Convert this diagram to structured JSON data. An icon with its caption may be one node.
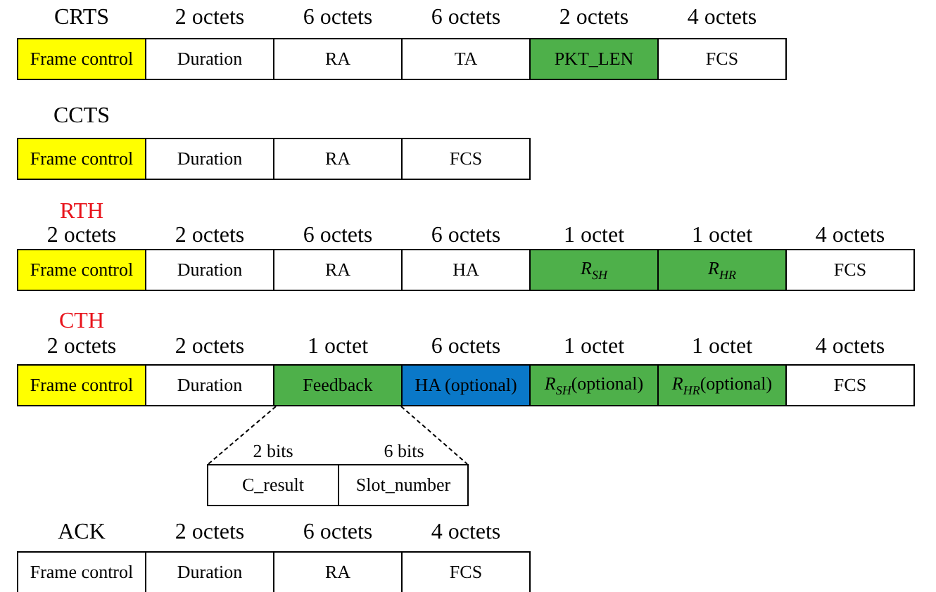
{
  "diagram": {
    "nodes": [
      {
        "text": [
          "Frame control"
        ]
      },
      {
        "text": [
          "Duration"
        ]
      },
      {
        "text": [
          "RA"
        ]
      },
      {
        "text": [
          "TA"
        ]
      },
      {
        "text": [
          "PKT_LEN"
        ]
      },
      {
        "text": [
          "FCS"
        ]
      },
      {
        "text": [
          "Frame control"
        ]
      },
      {
        "text": [
          "Duration"
        ]
      },
      {
        "text": [
          "RA"
        ]
      },
      {
        "text": [
          "FCS"
        ]
      },
      {
        "text": [
          "Frame control"
        ]
      },
      {
        "text": [
          "Duration"
        ]
      },
      {
        "text": [
          "RA"
        ]
      },
      {
        "text": [
          "HA"
        ]
      },
      {
        "text": [
          "*R*$_{SH}$"
        ]
      },
      {
        "text": [
          "*R*$_{HR}$"
        ]
      },
      {
        "text": [
          "FCS"
        ]
      },
      {
        "text": [
          "Frame control"
        ]
      },
      {
        "text": [
          "Duration"
        ]
      },
      {
        "text": [
          "Feedback"
        ]
      },
      {
        "text": [
          "HA (optional)"
        ]
      },
      {
        "text": [
          "*R*$_{SH}$(optional)"
        ]
      },
      {
        "text": [
          "*R*$_{HR}$(optional)"
        ]
      },
      {
        "text": [
          "FCS"
        ]
      },
      {
        "text": [
          "C_result"
        ]
      },
      {
        "text": [
          "Slot_number"
        ]
      },
      {
        "text": [
          "Frame control"
        ]
      },
      {
        "text": [
          "Duration"
        ]
      },
      {
        "text": [
          "RA"
        ]
      },
      {
        "text": [
          "FCS"
        ]
      }
    ],
    "edges": [
      {
        "from": 19,
        "to": 24,
        "arrow": "none",
        "style": "dashed"
      },
      {
        "from": 19,
        "to": 25,
        "arrow": "none",
        "style": "dashed"
      }
    ],
    "labels": [
      "CRTS",
      "2 octets",
      "6 octets",
      "6 octets",
      "2 octets",
      "4 octets",
      "CCTS",
      "RTH",
      "2 octets",
      "2 octets",
      "6 octets",
      "6 octets",
      "1 octet",
      "1 octet",
      "4 octets",
      "CTH",
      "2 octets",
      "2 octets",
      "1 octet",
      "6 octets",
      "1 octet",
      "1 octet",
      "4 octets",
      "2 bits",
      "6 bits",
      "ACK",
      "2 octets",
      "6 octets",
      "4 octets"
    ]
  }
}
